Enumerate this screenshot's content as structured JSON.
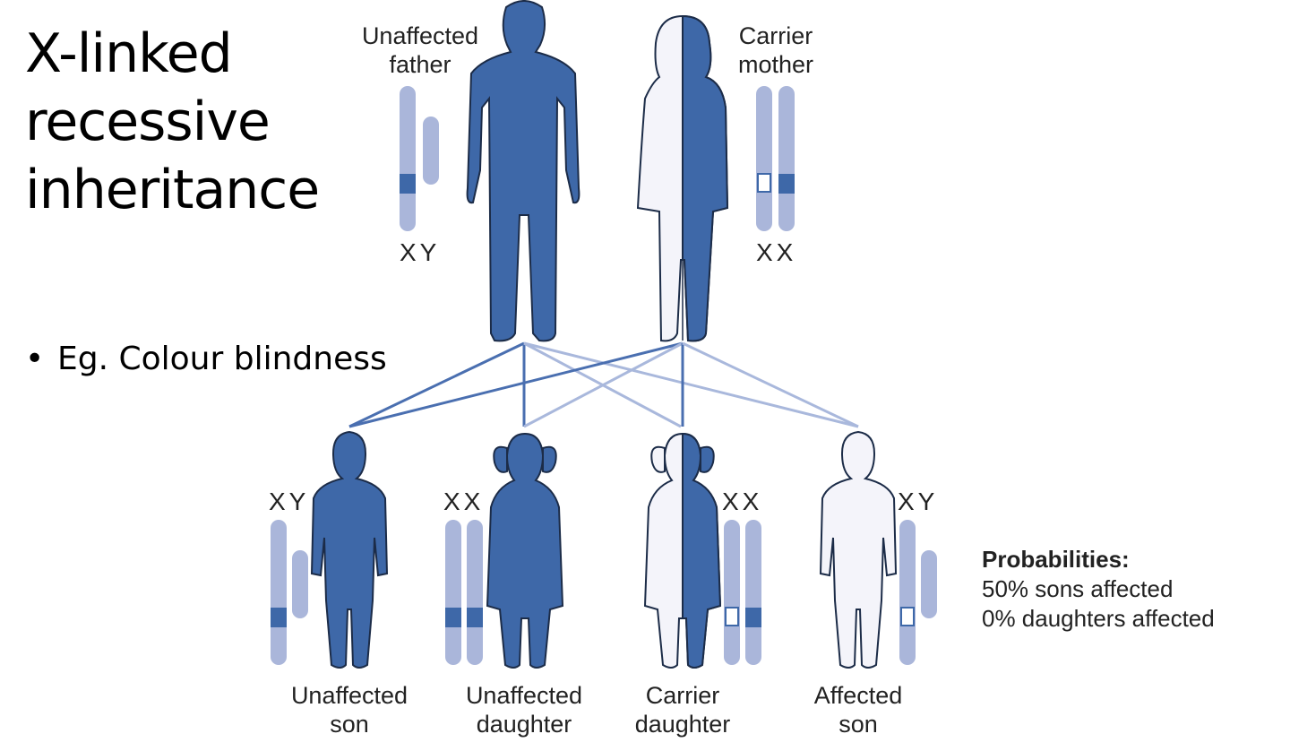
{
  "title": [
    "X-linked",
    "recessive",
    "inheritance"
  ],
  "bullet": {
    "marker": "•",
    "text": "Eg. Colour blindness"
  },
  "parents": {
    "father": {
      "label": [
        "Unaffected",
        "father"
      ],
      "chromosomes": "XY"
    },
    "mother": {
      "label": [
        "Carrier",
        "mother"
      ],
      "chromosomes": "XX"
    }
  },
  "children": [
    {
      "label": [
        "Unaffected",
        "son"
      ],
      "chromosomes": "XY"
    },
    {
      "label": [
        "Unaffected",
        "daughter"
      ],
      "chromosomes": "XX"
    },
    {
      "label": [
        "Carrier",
        "daughter"
      ],
      "chromosomes": "XX"
    },
    {
      "label": [
        "Affected",
        "son"
      ],
      "chromosomes": "XY"
    }
  ],
  "probabilities": {
    "heading": "Probabilities:",
    "lines": [
      "50% sons affected",
      "0% daughters affected"
    ]
  },
  "colors": {
    "filled": "#3e68a8",
    "outline": "#1c2c48",
    "empty": "#f4f4fa",
    "chromosome": "#aab6da",
    "line_dark": "#4a6fb0",
    "line_light": "#a9b8dc"
  }
}
